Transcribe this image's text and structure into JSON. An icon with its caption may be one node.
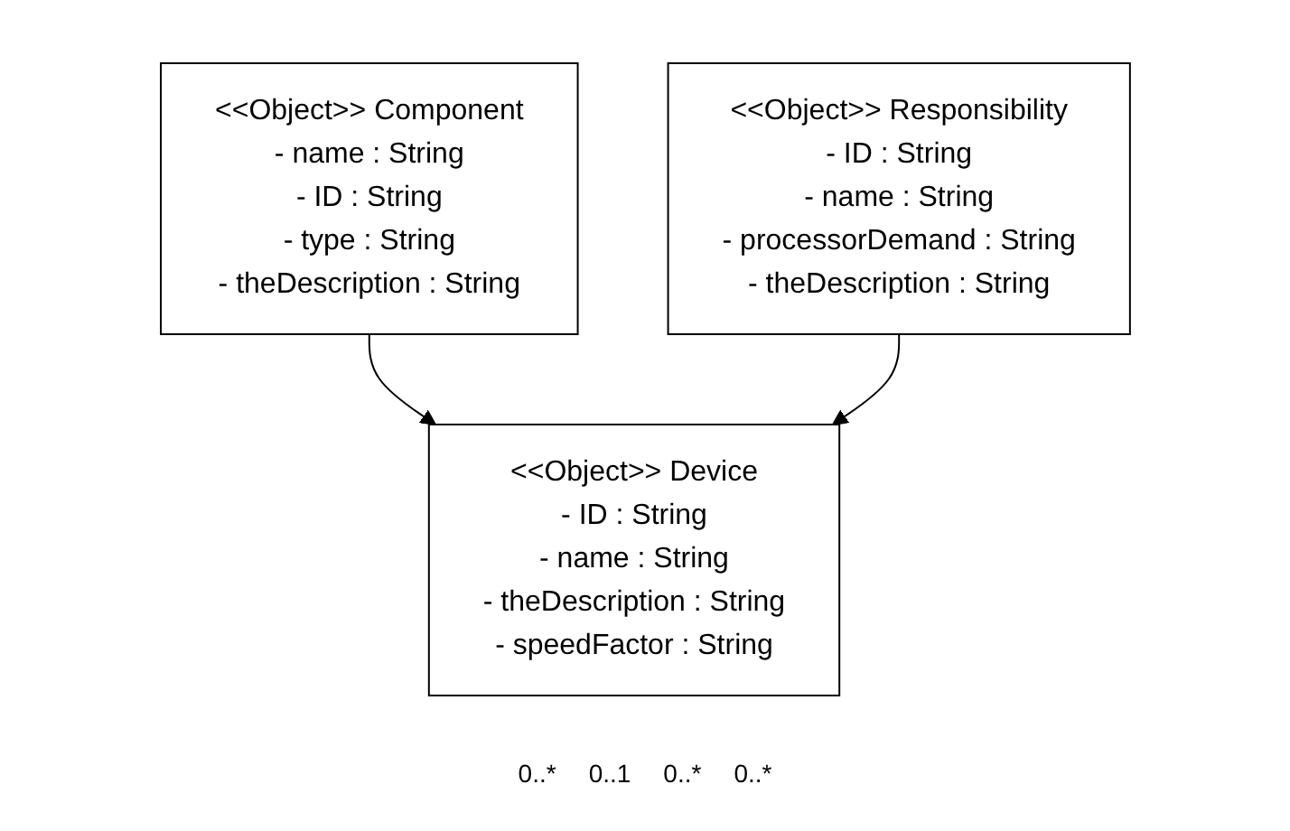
{
  "diagram": {
    "nodes": [
      {
        "text": [
          "<<Object>> Component",
          "- name : String",
          "- ID : String",
          "- type : String",
          "- theDescription : String"
        ]
      },
      {
        "text": [
          "<<Object>> Responsibility",
          "- ID : String",
          "- name : String",
          "- processorDemand : String",
          "- theDescription : String"
        ]
      },
      {
        "text": [
          "<<Object>> Device",
          "- ID : String",
          "- name : String",
          "- theDescription : String",
          "- speedFactor : String"
        ]
      }
    ],
    "edges": [
      {
        "from": 0,
        "to": 2,
        "arrow": "to"
      },
      {
        "from": 1,
        "to": 2,
        "arrow": "to"
      }
    ],
    "labels": [
      "0..*",
      "0..1",
      "0..*",
      "0..*"
    ]
  }
}
